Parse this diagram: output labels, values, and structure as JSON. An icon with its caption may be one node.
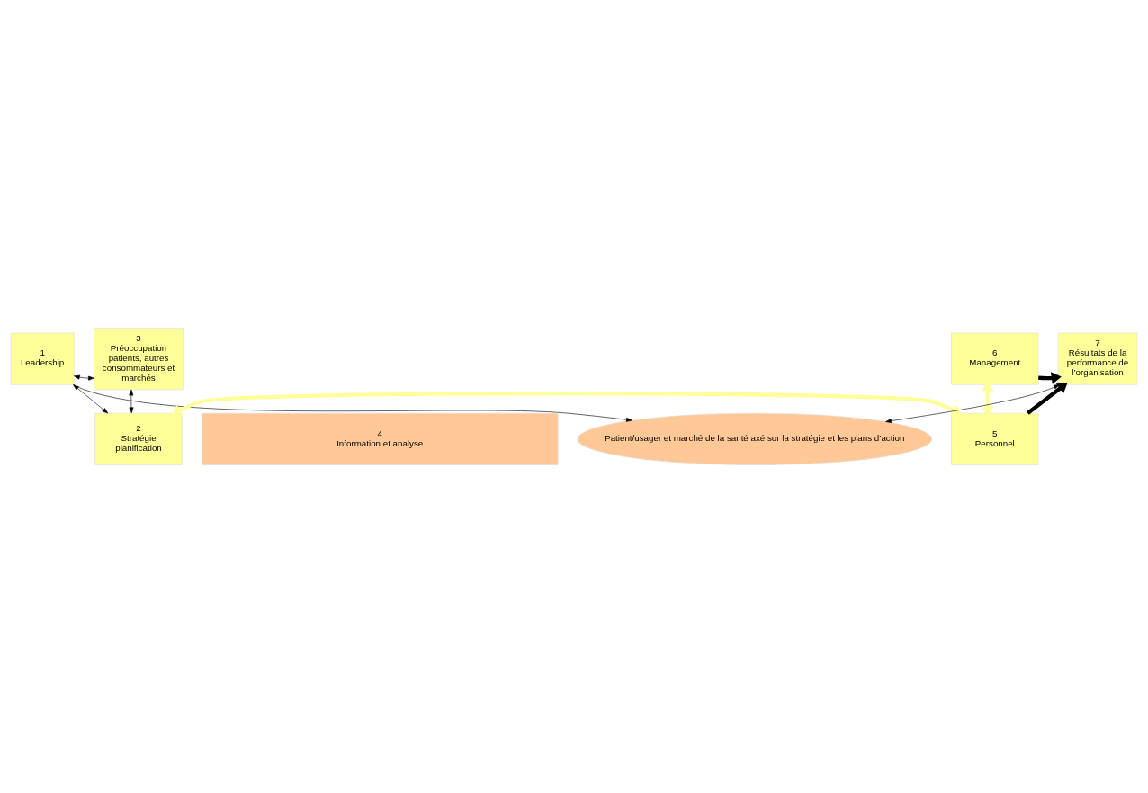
{
  "diagram": {
    "nodes": [
      {
        "text": [
          "Patient/usager et marché de la santé axé sur la stratégie et les plans d’action"
        ]
      },
      {
        "text": [
          "1",
          "Leadership"
        ]
      },
      {
        "text": [
          "2",
          "Stratégie planification"
        ]
      },
      {
        "text": [
          "3",
          "Préoccupation patients, autres consommateurs et marchés"
        ]
      },
      {
        "text": [
          "5",
          "Personnel"
        ]
      },
      {
        "text": [
          "6",
          "Management"
        ]
      },
      {
        "text": [
          "7",
          "Résultats de la performance de l’organisation"
        ]
      },
      {
        "text": [
          "4",
          "Information et analyse"
        ]
      }
    ],
    "edges": [
      {
        "from": 1,
        "to": 0,
        "arrow": "to"
      },
      {
        "from": 1,
        "to": 2,
        "arrow": "both"
      },
      {
        "from": 1,
        "to": 3,
        "arrow": "both"
      },
      {
        "from": 2,
        "to": 3,
        "arrow": "both"
      },
      {
        "from": 2,
        "to": 4,
        "arrow": "both",
        "style": "thick",
        "color": "#ffff99"
      },
      {
        "from": 4,
        "to": 5,
        "arrow": "both",
        "style": "thick",
        "color": "#ffff99"
      },
      {
        "from": 4,
        "to": 6,
        "arrow": "to",
        "style": "thick"
      },
      {
        "from": 5,
        "to": 6,
        "arrow": "to",
        "style": "thick"
      },
      {
        "from": 6,
        "to": 0,
        "arrow": "both"
      }
    ]
  }
}
